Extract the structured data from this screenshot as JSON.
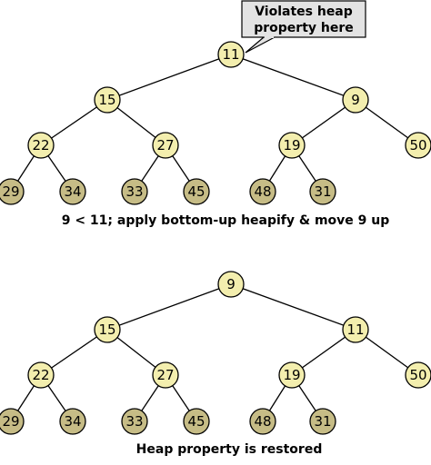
{
  "colors": {
    "internal_node_fill": "#f3eeae",
    "leaf_node_fill": "#c6bc86",
    "callout_fill": "#e3e3e3",
    "stroke": "#000000"
  },
  "callout": {
    "lines": [
      "Violates heap",
      "property here"
    ]
  },
  "trees": [
    {
      "caption": "9 < 11; apply bottom-up heapify & move 9 up",
      "nodes": [
        {
          "id": "n1",
          "label": "11",
          "leaf": false
        },
        {
          "id": "n2",
          "label": "15",
          "leaf": false
        },
        {
          "id": "n3",
          "label": "9",
          "leaf": false
        },
        {
          "id": "n4",
          "label": "22",
          "leaf": false
        },
        {
          "id": "n5",
          "label": "27",
          "leaf": false
        },
        {
          "id": "n6",
          "label": "19",
          "leaf": false
        },
        {
          "id": "n7",
          "label": "50",
          "leaf": false
        },
        {
          "id": "n8",
          "label": "29",
          "leaf": true
        },
        {
          "id": "n9",
          "label": "34",
          "leaf": true
        },
        {
          "id": "n10",
          "label": "33",
          "leaf": true
        },
        {
          "id": "n11",
          "label": "45",
          "leaf": true
        },
        {
          "id": "n12",
          "label": "48",
          "leaf": true
        },
        {
          "id": "n13",
          "label": "31",
          "leaf": true
        }
      ],
      "edges": [
        [
          "n1",
          "n2"
        ],
        [
          "n1",
          "n3"
        ],
        [
          "n2",
          "n4"
        ],
        [
          "n2",
          "n5"
        ],
        [
          "n3",
          "n6"
        ],
        [
          "n3",
          "n7"
        ],
        [
          "n4",
          "n8"
        ],
        [
          "n4",
          "n9"
        ],
        [
          "n5",
          "n10"
        ],
        [
          "n5",
          "n11"
        ],
        [
          "n6",
          "n12"
        ],
        [
          "n6",
          "n13"
        ]
      ]
    },
    {
      "caption": "Heap property is restored",
      "nodes": [
        {
          "id": "n1",
          "label": "9",
          "leaf": false
        },
        {
          "id": "n2",
          "label": "15",
          "leaf": false
        },
        {
          "id": "n3",
          "label": "11",
          "leaf": false
        },
        {
          "id": "n4",
          "label": "22",
          "leaf": false
        },
        {
          "id": "n5",
          "label": "27",
          "leaf": false
        },
        {
          "id": "n6",
          "label": "19",
          "leaf": false
        },
        {
          "id": "n7",
          "label": "50",
          "leaf": false
        },
        {
          "id": "n8",
          "label": "29",
          "leaf": true
        },
        {
          "id": "n9",
          "label": "34",
          "leaf": true
        },
        {
          "id": "n10",
          "label": "33",
          "leaf": true
        },
        {
          "id": "n11",
          "label": "45",
          "leaf": true
        },
        {
          "id": "n12",
          "label": "48",
          "leaf": true
        },
        {
          "id": "n13",
          "label": "31",
          "leaf": true
        }
      ],
      "edges": [
        [
          "n1",
          "n2"
        ],
        [
          "n1",
          "n3"
        ],
        [
          "n2",
          "n4"
        ],
        [
          "n2",
          "n5"
        ],
        [
          "n3",
          "n6"
        ],
        [
          "n3",
          "n7"
        ],
        [
          "n4",
          "n8"
        ],
        [
          "n4",
          "n9"
        ],
        [
          "n5",
          "n10"
        ],
        [
          "n5",
          "n11"
        ],
        [
          "n6",
          "n12"
        ],
        [
          "n6",
          "n13"
        ]
      ]
    }
  ]
}
